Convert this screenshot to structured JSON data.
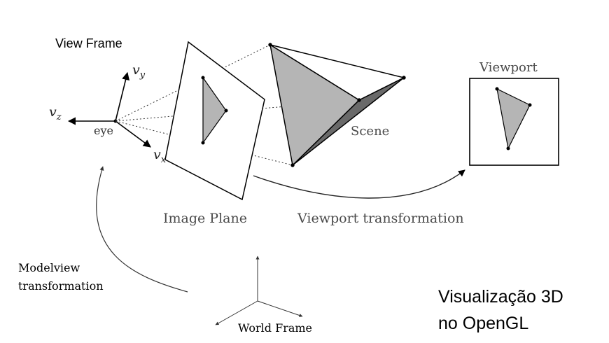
{
  "labels": {
    "view_frame": "View Frame",
    "axis_vy": "v",
    "axis_vy_sub": "y",
    "axis_vz": "v",
    "axis_vz_sub": "z",
    "axis_vx": "v",
    "axis_vx_sub": "x",
    "eye": "eye",
    "image_plane": "Image Plane",
    "scene": "Scene",
    "viewport": "Viewport",
    "viewport_transformation": "Viewport transformation",
    "modelview_line1": "Modelview",
    "modelview_line2": "transformation",
    "world_frame": "World Frame",
    "caption_line1": "Visualização 3D",
    "caption_line2": "no OpenGL"
  },
  "colors": {
    "face_light": "#b5b5b5",
    "face_dark": "#6a6a6a",
    "stroke": "#000000",
    "text_gray": "#4a4a4a"
  }
}
